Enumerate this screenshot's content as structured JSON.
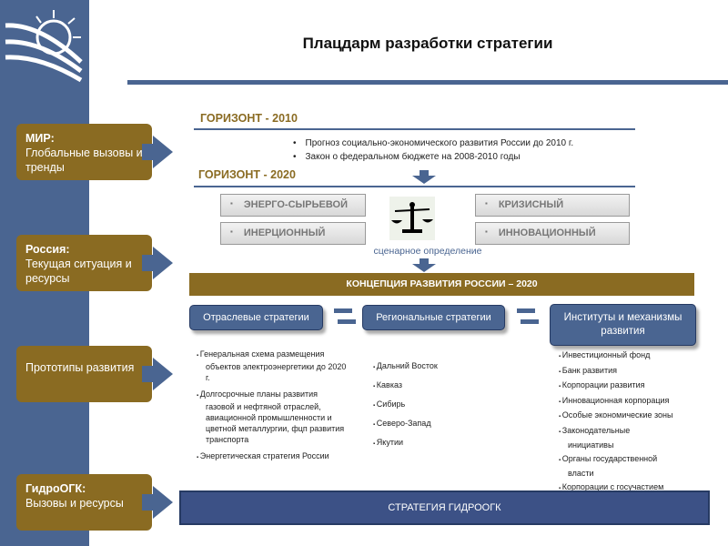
{
  "title": "Плацдарм разработки стратегии",
  "sidebar": [
    {
      "bold": "МИР:",
      "text": "Глобальные вызовы и тренды"
    },
    {
      "bold": "Россия:",
      "text": "Текущая ситуация и ресурсы"
    },
    {
      "bold": "",
      "text": "Прототипы развития"
    },
    {
      "bold": "ГидроОГК:",
      "text": "Вызовы и ресурсы"
    }
  ],
  "horizon2010": {
    "label": "ГОРИЗОНТ - 2010",
    "bullets": [
      "Прогноз социально-экономического развития России до 2010 г.",
      "Закон о федеральном бюджете на 2008-2010 годы"
    ]
  },
  "horizon2020": {
    "label": "ГОРИЗОНТ - 2020",
    "scenarios": [
      "ЭНЕРГО-СЫРЬЕВОЙ",
      "ИНЕРЦИОННЫЙ",
      "КРИЗИСНЫЙ",
      "ИННОВАЦИОННЫЙ"
    ],
    "caption": "сценарное определение"
  },
  "concept": "КОНЦЕПЦИЯ РАЗВИТИЯ РОССИИ – 2020",
  "strategies": [
    {
      "label": "Отраслевые стратегии",
      "items": [
        "Генеральная схема размещения объектов электроэнергетики до 2020 г.",
        "Долгосрочные планы развития газовой и нефтяной отраслей, авиационной промышленности и цветной металлургии, фцп развития транспорта",
        "Энергетическая стратегия России"
      ]
    },
    {
      "label": "Региональные стратегии",
      "items": [
        "Дальний Восток",
        "Кавказ",
        "Сибирь",
        "Северо-Запад",
        "Якутии"
      ]
    },
    {
      "label": "Институты и механизмы развития",
      "items": [
        "Инвестиционный фонд",
        "Банк развития",
        "Корпорации развития",
        "Инновационная корпорация",
        "Особые экономические зоны",
        "Законодательные инициативы",
        "Органы государственной власти",
        "Корпорации с госучастием"
      ]
    }
  ],
  "bottom": "СТРАТЕГИЯ ГИДРООГК"
}
